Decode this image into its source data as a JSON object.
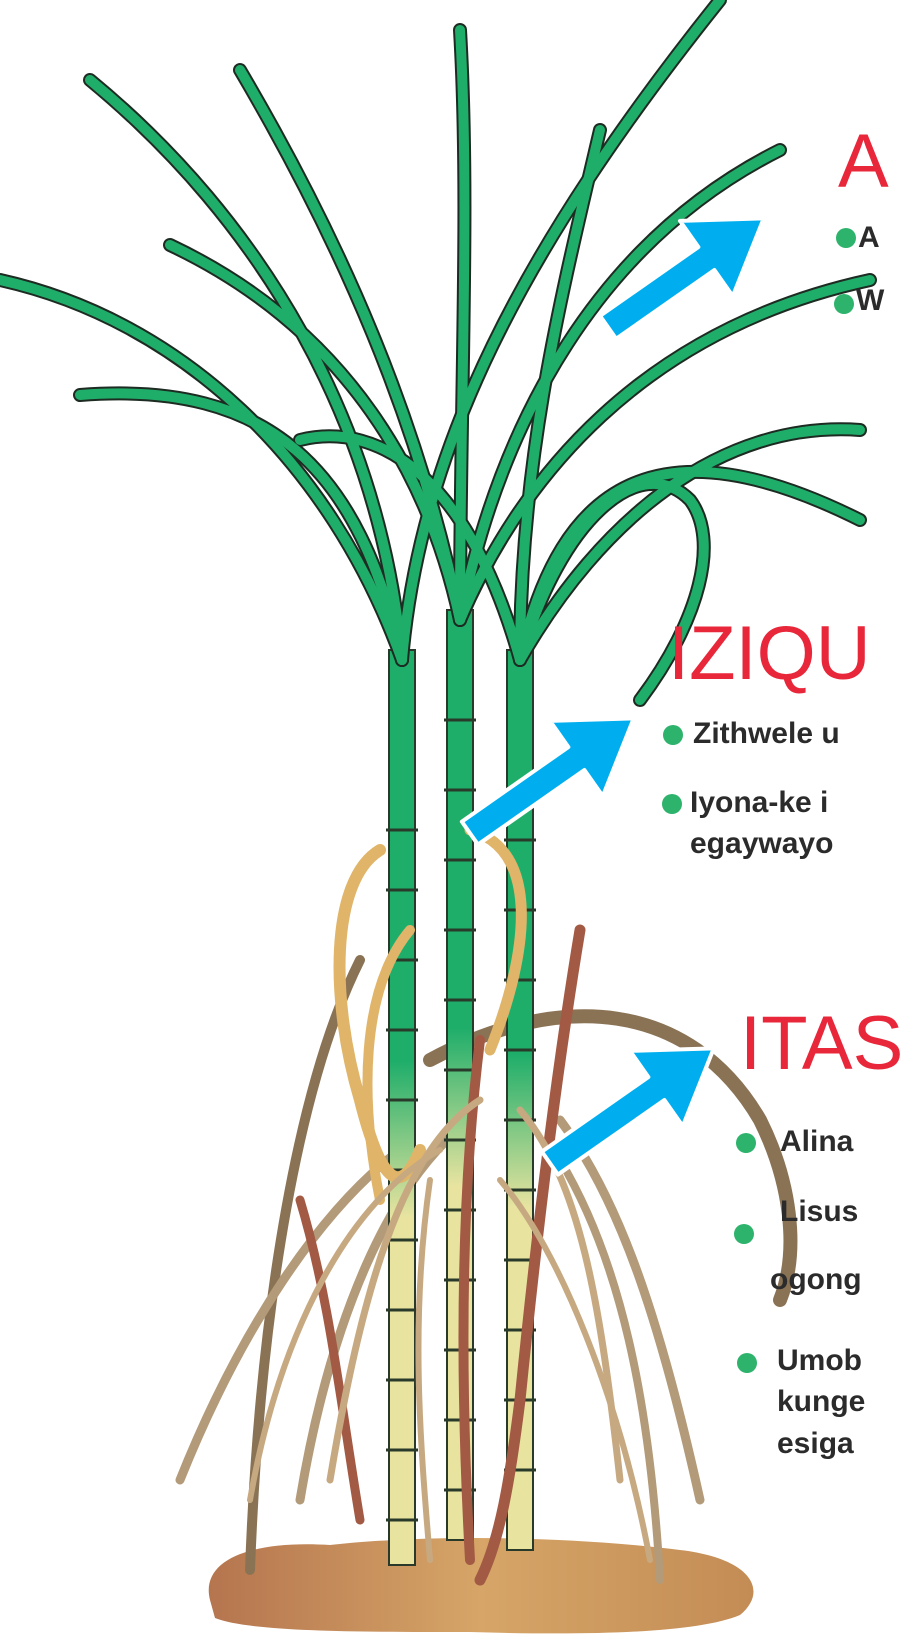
{
  "sections": [
    {
      "key": "leaves",
      "heading": "A",
      "bullets": [
        {
          "lines": [
            "A"
          ]
        },
        {
          "lines": [
            "W"
          ]
        }
      ]
    },
    {
      "key": "stalk",
      "heading": "IZIQU",
      "bullets": [
        {
          "lines": [
            "Zithwele u"
          ]
        },
        {
          "lines": [
            "Iyona-ke i",
            "egaywayo"
          ]
        }
      ]
    },
    {
      "key": "trash",
      "heading": "ITAS",
      "bullets": [
        {
          "lines": [
            "Alina"
          ]
        },
        {
          "lines": [
            "Lisus",
            "ogong"
          ]
        },
        {
          "lines": [
            "Umob",
            "kunge",
            "esiga"
          ]
        }
      ]
    }
  ],
  "colors": {
    "heading": "#e8273a",
    "bullet_dot": "#2db36b",
    "arrow": "#00aeef",
    "leaf": "#1fae6a",
    "stalk": "#e8e4a0",
    "dry_leaf": "#b8956a",
    "soil": "#c9955e"
  },
  "icons": [
    "sugarcane-plant-illustration",
    "arrow-icon"
  ]
}
